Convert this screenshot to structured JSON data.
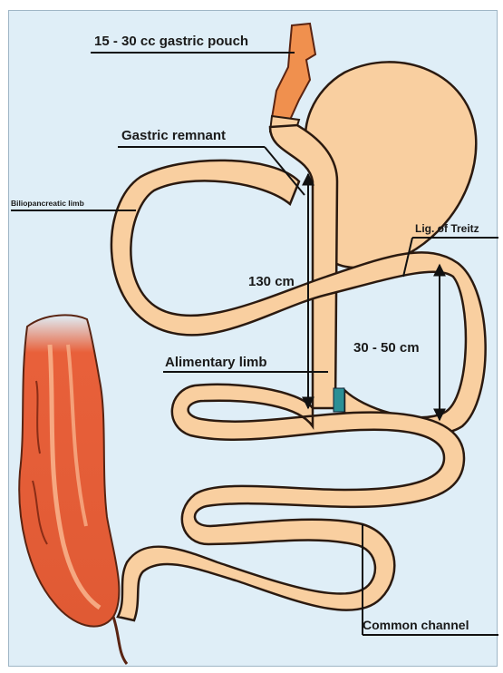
{
  "labels": {
    "gastric_pouch": "15 - 30 cc gastric pouch",
    "gastric_remnant": "Gastric remnant",
    "biliopancreatic_limb": "Biliopancreatic limb",
    "lig_of_treitz": "Lig. of Treitz",
    "length_130": "130 cm",
    "length_30_50": "30 - 50 cm",
    "alimentary_limb": "Alimentary limb",
    "common_channel": "Common channel"
  },
  "colors": {
    "background": "#dfeef7",
    "bowel_fill": "#f9cfa0",
    "bowel_stroke": "#2b1a10",
    "pouch_fill": "#f0904e",
    "colon_fill": "#e8603a",
    "colon_highlight": "#f7a07a",
    "anastomosis": "#2a8f95",
    "line": "#111111"
  }
}
